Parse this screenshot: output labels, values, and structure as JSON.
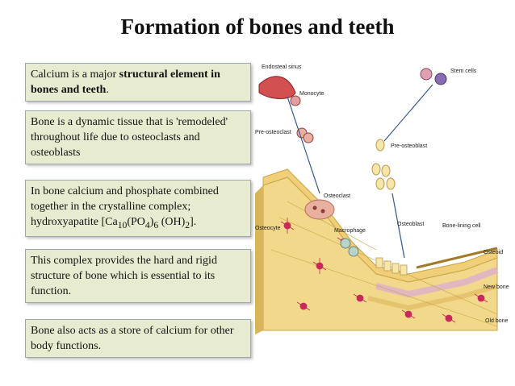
{
  "slide": {
    "title": "Formation of bones and teeth"
  },
  "boxes": [
    {
      "pre": "Calcium is a major ",
      "bold": "structural element in bones and teeth",
      "post": "."
    },
    {
      "text": "Bone is a dynamic tissue that is 'remodeled' throughout life due to osteoclasts and osteoblasts"
    },
    {
      "line1": "In bone calcium and phosphate combined together in the crystalline complex;",
      "formula_prefix": "hydroxyapatite [Ca",
      "sub_ca": "10",
      "formula_mid": "(PO",
      "sub_po": "4",
      "formula_mid2": ")",
      "sub_6": "6",
      "formula_mid3": " (OH)",
      "sub_oh": "2",
      "formula_suffix": "]."
    },
    {
      "text": "This complex provides the hard and rigid structure of bone which is essential to its function."
    },
    {
      "text": "Bone also acts as a store of calcium for other body functions."
    }
  ],
  "diagram": {
    "labels": {
      "endosteal_sinus": "Endosteal sinus",
      "monocyte": "Monocyte",
      "stem_cells": "Stem cells",
      "pre_osteoblast": "Pre-osteoblast",
      "pre_osteoclast": "Pre-osteoclast",
      "osteoclast": "Osteoclast",
      "osteocyte": "Osteocyte",
      "macrophage": "Macrophage",
      "osteoblast": "Osteoblast",
      "bone_lining_cell": "Bone-lining cell",
      "osteoid": "Osteoid",
      "new_bone": "New bone",
      "old_bone": "Old bone"
    },
    "colors": {
      "bone": "#f2d88a",
      "bone_dark": "#d9b45a",
      "cell_red": "#c8285a",
      "osteoclast": "#e9b0a0",
      "stem_purple": "#8a6ab0",
      "pre_osteoblast": "#f6e6a8"
    }
  }
}
